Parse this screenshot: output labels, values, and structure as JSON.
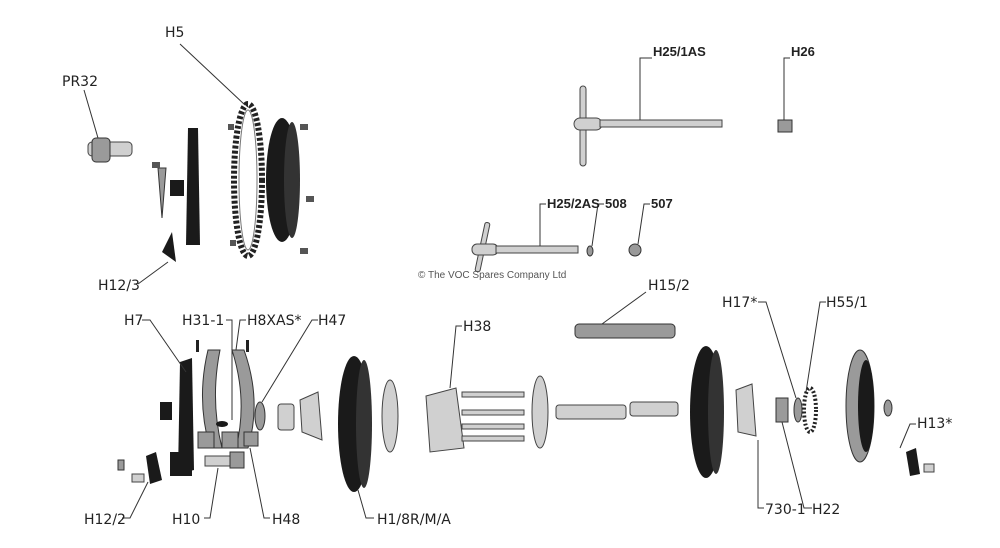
{
  "diagram": {
    "copyright": "© The VOC Spares Company Ltd",
    "labels": {
      "pr32": "PR32",
      "h5": "H5",
      "h12_3": "H12/3",
      "h25_1as": "H25/1AS",
      "h26": "H26",
      "h25_2as": "H25/2AS",
      "p508": "508",
      "p507": "507",
      "h15_2": "H15/2",
      "h7": "H7",
      "h31_1": "H31-1",
      "h8xas": "H8XAS*",
      "h47": "H47",
      "h38": "H38",
      "h17": "H17*",
      "h55_1": "H55/1",
      "h13": "H13*",
      "h12_2": "H12/2",
      "h10": "H10",
      "h48": "H48",
      "h1_8r": "H1/8R/M/A",
      "p730_1": "730-1",
      "h22": "H22"
    }
  }
}
